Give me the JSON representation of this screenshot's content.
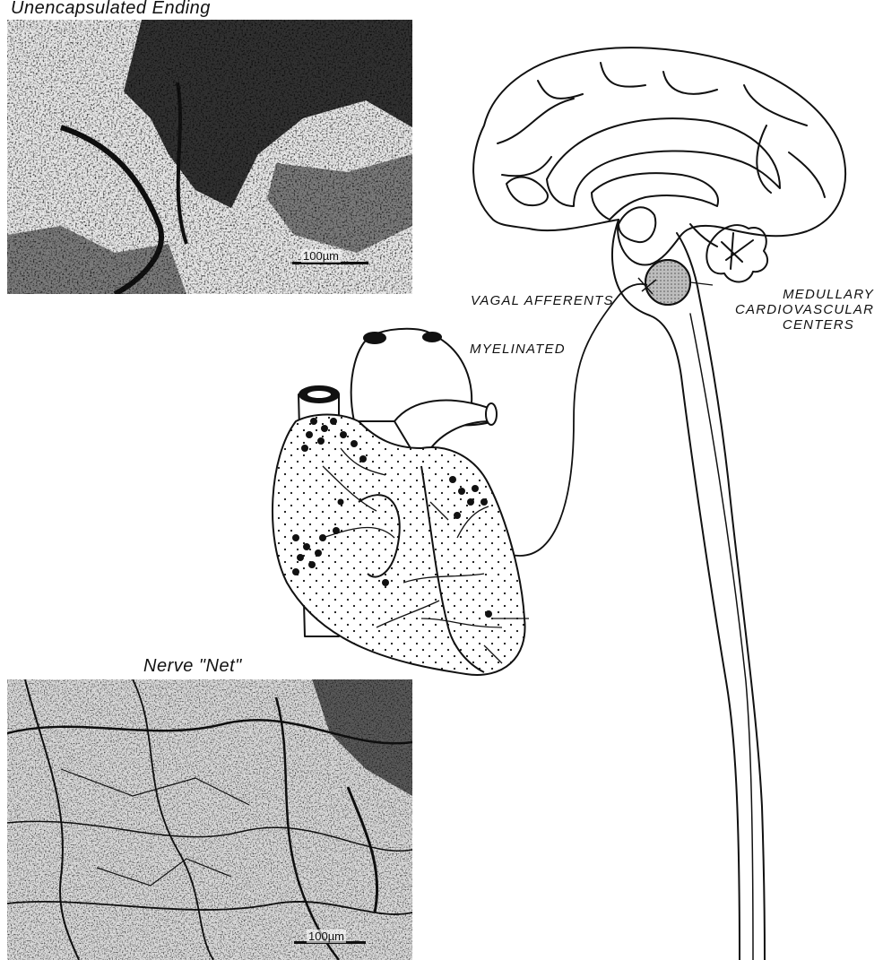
{
  "micrographs": {
    "top": {
      "title": "Unencapsulated   Ending",
      "scale_label": "100µm"
    },
    "bottom": {
      "title": "Nerve \"Net\"",
      "scale_label": "100µm"
    }
  },
  "labels": {
    "vagal_afferents": "VAGAL   AFFERENTS",
    "myelinated": "MYELINATED",
    "medullary_line1": "MEDULLARY",
    "medullary_line2": "CARDIOVASCULAR",
    "medullary_line3": "CENTERS"
  },
  "colors": {
    "ink": "#111111",
    "paper": "#ffffff",
    "nucleus": "#bdbdbd"
  }
}
